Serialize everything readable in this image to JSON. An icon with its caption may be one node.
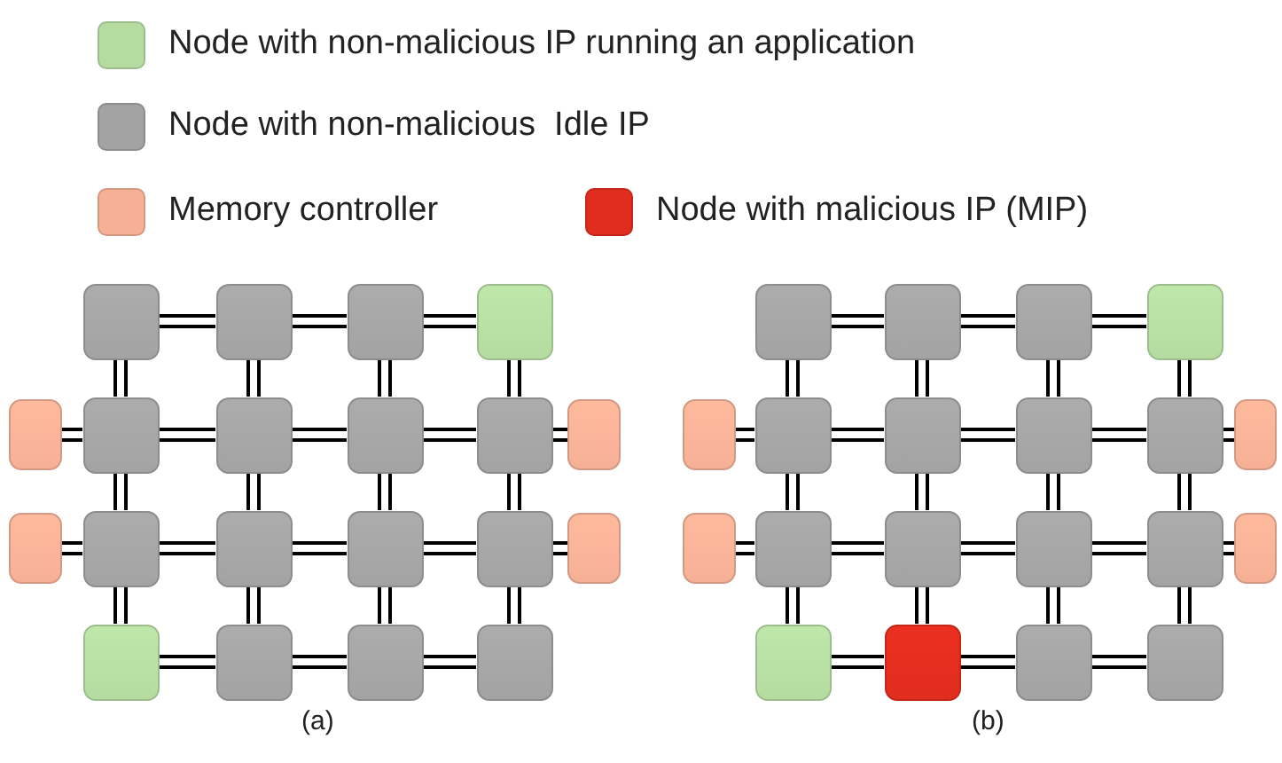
{
  "diagram": {
    "nodes": [
      {
        "text": [],
        "shape": "box"
      },
      {
        "text": [],
        "shape": "box"
      },
      {
        "text": [],
        "shape": "box"
      },
      {
        "text": [],
        "shape": "box"
      },
      {
        "text": [],
        "shape": "box"
      },
      {
        "text": [],
        "shape": "box"
      },
      {
        "text": [],
        "shape": "box"
      },
      {
        "text": [],
        "shape": "box"
      },
      {
        "text": [],
        "shape": "box"
      },
      {
        "text": [],
        "shape": "box"
      },
      {
        "text": [],
        "shape": "box"
      },
      {
        "text": [],
        "shape": "box"
      },
      {
        "text": [],
        "shape": "box"
      },
      {
        "text": [],
        "shape": "box"
      },
      {
        "text": [],
        "shape": "box"
      },
      {
        "text": [],
        "shape": "box"
      },
      {
        "text": [],
        "shape": "box"
      },
      {
        "text": [],
        "shape": "box"
      },
      {
        "text": [],
        "shape": "box"
      },
      {
        "text": [],
        "shape": "box"
      },
      {
        "text": [],
        "shape": "box"
      },
      {
        "text": [],
        "shape": "box"
      },
      {
        "text": [],
        "shape": "box"
      },
      {
        "text": [],
        "shape": "box"
      },
      {
        "text": [],
        "shape": "box"
      },
      {
        "text": [],
        "shape": "box"
      },
      {
        "text": [],
        "shape": "box"
      },
      {
        "text": [],
        "shape": "box"
      },
      {
        "text": [],
        "shape": "box"
      },
      {
        "text": [],
        "shape": "box"
      },
      {
        "text": [],
        "shape": "box"
      },
      {
        "text": [],
        "shape": "box"
      },
      {
        "text": [],
        "shape": "box"
      },
      {
        "text": [],
        "shape": "box"
      },
      {
        "text": [],
        "shape": "box"
      },
      {
        "text": [],
        "shape": "box"
      },
      {
        "text": [],
        "shape": "box"
      },
      {
        "text": [],
        "shape": "box"
      },
      {
        "text": [],
        "shape": "box"
      },
      {
        "text": [],
        "shape": "box"
      }
    ],
    "edges": [
      {
        "from": 0,
        "to": 1,
        "arrow": "none"
      },
      {
        "from": 1,
        "to": 2,
        "arrow": "none"
      },
      {
        "from": 2,
        "to": 3,
        "arrow": "none"
      },
      {
        "from": 4,
        "to": 5,
        "arrow": "none"
      },
      {
        "from": 5,
        "to": 6,
        "arrow": "none"
      },
      {
        "from": 6,
        "to": 7,
        "arrow": "none"
      },
      {
        "from": 7,
        "to": 8,
        "arrow": "none"
      },
      {
        "from": 8,
        "to": 9,
        "arrow": "none"
      },
      {
        "from": 10,
        "to": 11,
        "arrow": "none"
      },
      {
        "from": 11,
        "to": 12,
        "arrow": "none"
      },
      {
        "from": 12,
        "to": 13,
        "arrow": "none"
      },
      {
        "from": 13,
        "to": 14,
        "arrow": "none"
      },
      {
        "from": 14,
        "to": 15,
        "arrow": "none"
      },
      {
        "from": 16,
        "to": 17,
        "arrow": "none"
      },
      {
        "from": 17,
        "to": 18,
        "arrow": "none"
      },
      {
        "from": 18,
        "to": 19,
        "arrow": "none"
      },
      {
        "from": 0,
        "to": 5,
        "arrow": "none"
      },
      {
        "from": 1,
        "to": 6,
        "arrow": "none"
      },
      {
        "from": 2,
        "to": 7,
        "arrow": "none"
      },
      {
        "from": 3,
        "to": 8,
        "arrow": "none"
      },
      {
        "from": 5,
        "to": 11,
        "arrow": "none"
      },
      {
        "from": 6,
        "to": 12,
        "arrow": "none"
      },
      {
        "from": 7,
        "to": 13,
        "arrow": "none"
      },
      {
        "from": 8,
        "to": 14,
        "arrow": "none"
      },
      {
        "from": 11,
        "to": 16,
        "arrow": "none"
      },
      {
        "from": 12,
        "to": 17,
        "arrow": "none"
      },
      {
        "from": 13,
        "to": 18,
        "arrow": "none"
      },
      {
        "from": 14,
        "to": 19,
        "arrow": "none"
      },
      {
        "from": 20,
        "to": 21,
        "arrow": "none"
      },
      {
        "from": 21,
        "to": 22,
        "arrow": "none"
      },
      {
        "from": 22,
        "to": 23,
        "arrow": "none"
      },
      {
        "from": 24,
        "to": 25,
        "arrow": "none"
      },
      {
        "from": 25,
        "to": 26,
        "arrow": "none"
      },
      {
        "from": 26,
        "to": 27,
        "arrow": "none"
      },
      {
        "from": 27,
        "to": 28,
        "arrow": "none"
      },
      {
        "from": 28,
        "to": 29,
        "arrow": "none"
      },
      {
        "from": 30,
        "to": 31,
        "arrow": "none"
      },
      {
        "from": 31,
        "to": 32,
        "arrow": "none"
      },
      {
        "from": 32,
        "to": 33,
        "arrow": "none"
      },
      {
        "from": 33,
        "to": 34,
        "arrow": "none"
      },
      {
        "from": 34,
        "to": 35,
        "arrow": "none"
      },
      {
        "from": 36,
        "to": 37,
        "arrow": "none"
      },
      {
        "from": 37,
        "to": 38,
        "arrow": "none"
      },
      {
        "from": 38,
        "to": 39,
        "arrow": "none"
      },
      {
        "from": 20,
        "to": 25,
        "arrow": "none"
      },
      {
        "from": 21,
        "to": 26,
        "arrow": "none"
      },
      {
        "from": 22,
        "to": 27,
        "arrow": "none"
      },
      {
        "from": 23,
        "to": 28,
        "arrow": "none"
      },
      {
        "from": 25,
        "to": 31,
        "arrow": "none"
      },
      {
        "from": 26,
        "to": 32,
        "arrow": "none"
      },
      {
        "from": 27,
        "to": 33,
        "arrow": "none"
      },
      {
        "from": 28,
        "to": 34,
        "arrow": "none"
      },
      {
        "from": 31,
        "to": 36,
        "arrow": "none"
      },
      {
        "from": 32,
        "to": 37,
        "arrow": "none"
      },
      {
        "from": 33,
        "to": 38,
        "arrow": "none"
      },
      {
        "from": 34,
        "to": 39,
        "arrow": "none"
      }
    ],
    "labels": [
      "(a)",
      "(b)"
    ],
    "legend": [
      {
        "text": "Node with non-malicious IP running an application",
        "color": "#b5dba1"
      },
      {
        "text": "Node with non-malicious  Idle IP",
        "color": "#a3a3a3"
      },
      {
        "text": "Memory controller",
        "color": "#f5b096"
      },
      {
        "text": "Node with malicious IP (MIP)",
        "color": "#e02d1e"
      }
    ]
  }
}
